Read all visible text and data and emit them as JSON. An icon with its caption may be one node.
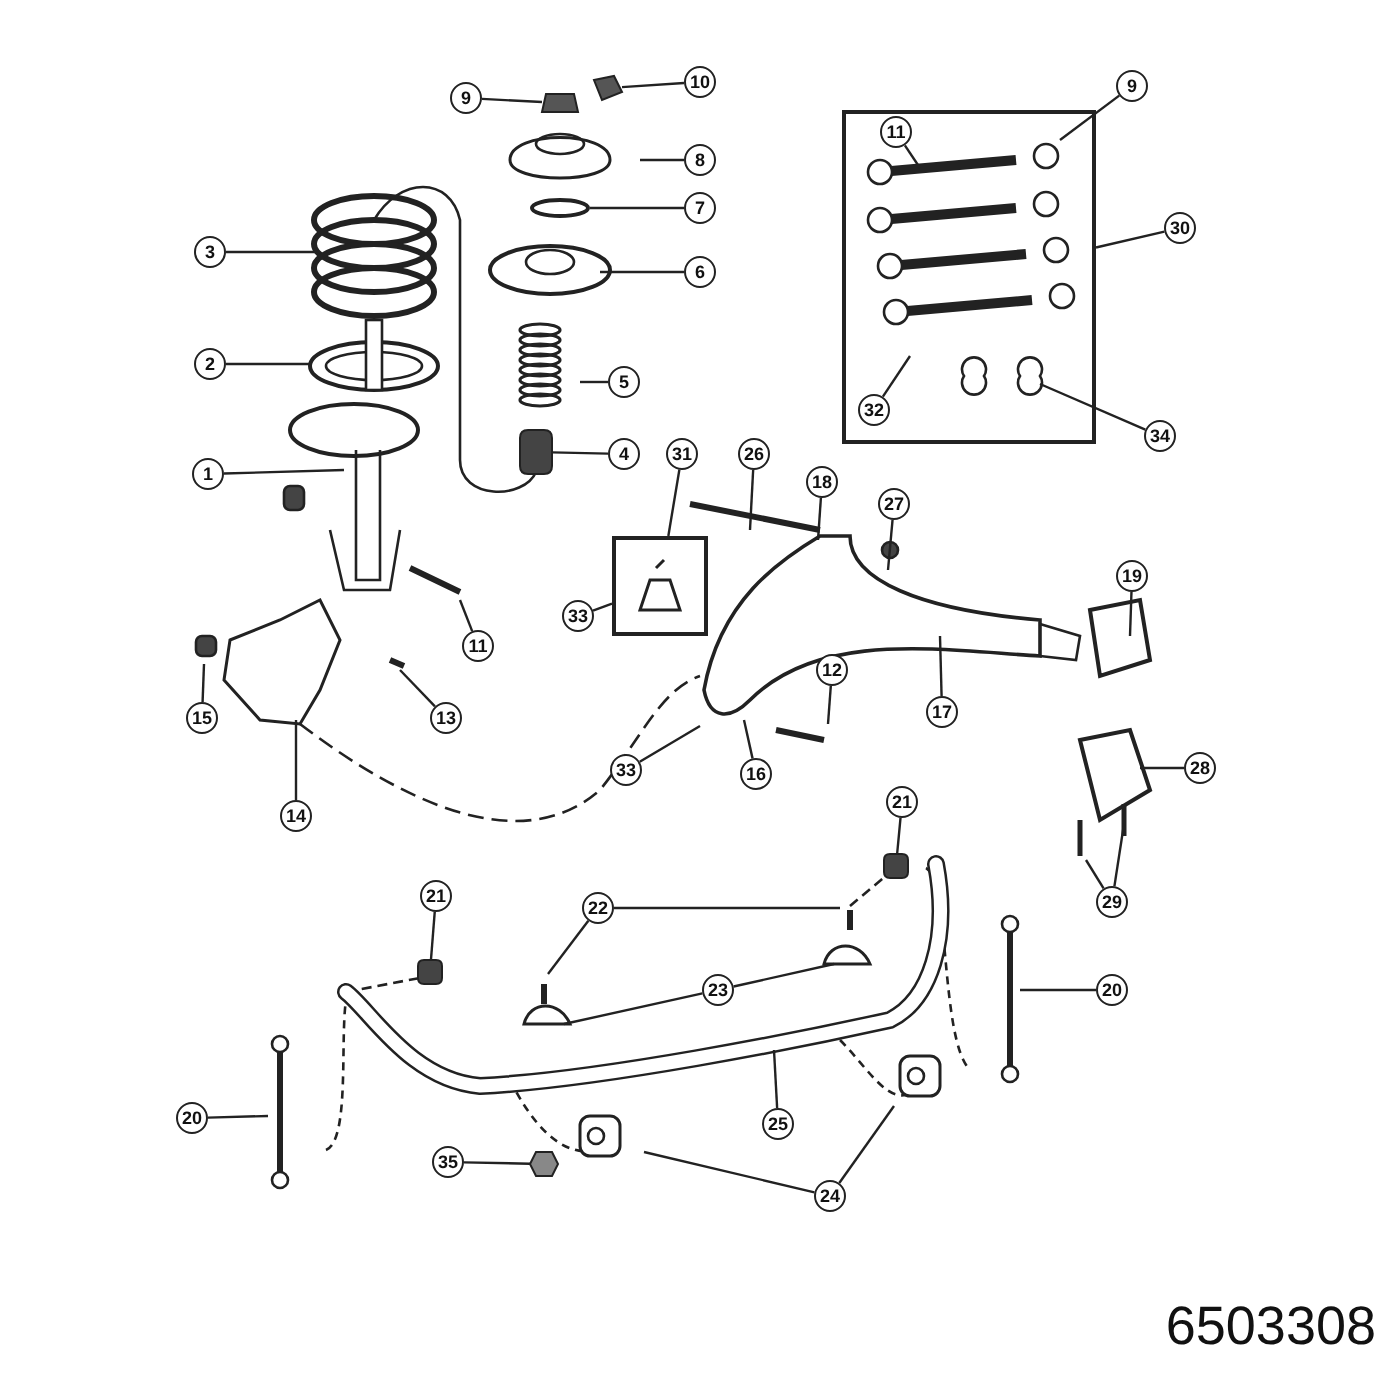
{
  "diagram": {
    "nodes": [
      {
        "text": [
          "9"
        ]
      },
      {
        "text": [
          "10"
        ]
      },
      {
        "text": [
          "9"
        ]
      },
      {
        "text": [],
        "shape": "box"
      },
      {
        "text": [
          "11"
        ],
        "in": 3
      },
      {
        "text": [
          "8"
        ]
      },
      {
        "text": [
          "7"
        ]
      },
      {
        "text": [
          "30"
        ]
      },
      {
        "text": [
          "3"
        ]
      },
      {
        "text": [
          "6"
        ]
      },
      {
        "text": [
          "2"
        ]
      },
      {
        "text": [
          "5"
        ]
      },
      {
        "text": [
          "32"
        ],
        "in": 3
      },
      {
        "text": [
          "34"
        ]
      },
      {
        "text": [
          "4"
        ]
      },
      {
        "text": [
          "31"
        ]
      },
      {
        "text": [
          "26"
        ]
      },
      {
        "text": [
          "1"
        ]
      },
      {
        "text": [
          "18"
        ]
      },
      {
        "text": [
          "27"
        ]
      },
      {
        "text": [],
        "shape": "box"
      },
      {
        "text": [
          "19"
        ]
      },
      {
        "text": [
          "33"
        ]
      },
      {
        "text": [
          "11"
        ]
      },
      {
        "text": [
          "12"
        ]
      },
      {
        "text": [
          "17"
        ]
      },
      {
        "text": [
          "15"
        ]
      },
      {
        "text": [
          "13"
        ]
      },
      {
        "text": [
          "28"
        ]
      },
      {
        "text": [
          "33"
        ]
      },
      {
        "text": [
          "16"
        ]
      },
      {
        "text": [
          "21"
        ]
      },
      {
        "text": [
          "14"
        ]
      },
      {
        "text": [
          "21"
        ]
      },
      {
        "text": [
          "29"
        ]
      },
      {
        "text": [
          "22"
        ]
      },
      {
        "text": [
          "23"
        ]
      },
      {
        "text": [
          "20"
        ]
      },
      {
        "text": [
          "20"
        ]
      },
      {
        "text": [
          "25"
        ]
      },
      {
        "text": [
          "35"
        ]
      },
      {
        "text": [
          "24"
        ]
      },
      {
        "text": [],
        "shape": "box"
      },
      {
        "text": [],
        "shape": "picture"
      },
      {
        "text": [],
        "shape": "picture"
      },
      {
        "text": [],
        "shape": "box"
      },
      {
        "text": [],
        "shape": "box"
      },
      {
        "text": [],
        "shape": "box"
      },
      {
        "text": [],
        "shape": "box"
      }
    ],
    "edges": [
      {
        "from": 0,
        "to": 42,
        "arrow": "none"
      },
      {
        "from": 1,
        "to": 43,
        "arrow": "none"
      },
      {
        "from": 2,
        "to": null,
        "arrow": "none"
      },
      {
        "from": 4,
        "to": null,
        "arrow": "none"
      },
      {
        "from": 5,
        "to": null,
        "arrow": "none"
      },
      {
        "from": 6,
        "to": 44,
        "arrow": "none"
      },
      {
        "from": 7,
        "to": 3,
        "arrow": "none"
      },
      {
        "from": 8,
        "to": null,
        "arrow": "none"
      },
      {
        "from": 9,
        "to": null,
        "arrow": "none"
      },
      {
        "from": 10,
        "to": null,
        "arrow": "none"
      },
      {
        "from": 11,
        "to": null,
        "arrow": "none"
      },
      {
        "from": 12,
        "to": null,
        "arrow": "none"
      },
      {
        "from": 13,
        "to": null,
        "arrow": "none"
      },
      {
        "from": 14,
        "to": 45,
        "arrow": "none"
      },
      {
        "from": 15,
        "to": 20,
        "arrow": "none"
      },
      {
        "from": 16,
        "to": null,
        "arrow": "none"
      },
      {
        "from": 17,
        "to": null,
        "arrow": "none"
      },
      {
        "from": 18,
        "to": null,
        "arrow": "none"
      },
      {
        "from": 19,
        "to": null,
        "arrow": "none"
      },
      {
        "from": 21,
        "to": null,
        "arrow": "none"
      },
      {
        "from": 22,
        "to": 20,
        "arrow": "none"
      },
      {
        "from": 23,
        "to": null,
        "arrow": "none"
      },
      {
        "from": 24,
        "to": null,
        "arrow": "none"
      },
      {
        "from": 25,
        "to": null,
        "arrow": "none"
      },
      {
        "from": 26,
        "to": null,
        "arrow": "none"
      },
      {
        "from": 27,
        "to": null,
        "arrow": "none"
      },
      {
        "from": 28,
        "to": null,
        "arrow": "none"
      },
      {
        "from": 29,
        "to": null,
        "arrow": "none"
      },
      {
        "from": 30,
        "to": null,
        "arrow": "none"
      },
      {
        "from": 31,
        "to": 46,
        "arrow": "none"
      },
      {
        "from": 32,
        "to": null,
        "arrow": "none"
      },
      {
        "from": 33,
        "to": 47,
        "arrow": "none"
      },
      {
        "from": 34,
        "to": null,
        "arrow": "none"
      },
      {
        "from": 34,
        "to": null,
        "arrow": "none"
      },
      {
        "from": 35,
        "to": null,
        "arrow": "none"
      },
      {
        "from": 35,
        "to": null,
        "arrow": "none"
      },
      {
        "from": 36,
        "to": null,
        "arrow": "none"
      },
      {
        "from": 36,
        "to": null,
        "arrow": "none"
      },
      {
        "from": 37,
        "to": null,
        "arrow": "none"
      },
      {
        "from": 38,
        "to": null,
        "arrow": "none"
      },
      {
        "from": 39,
        "to": null,
        "arrow": "none"
      },
      {
        "from": 40,
        "to": 48,
        "arrow": "none"
      },
      {
        "from": 41,
        "to": null,
        "arrow": "none"
      },
      {
        "from": 41,
        "to": null,
        "arrow": "none"
      }
    ],
    "labels": [
      "6503308"
    ]
  }
}
